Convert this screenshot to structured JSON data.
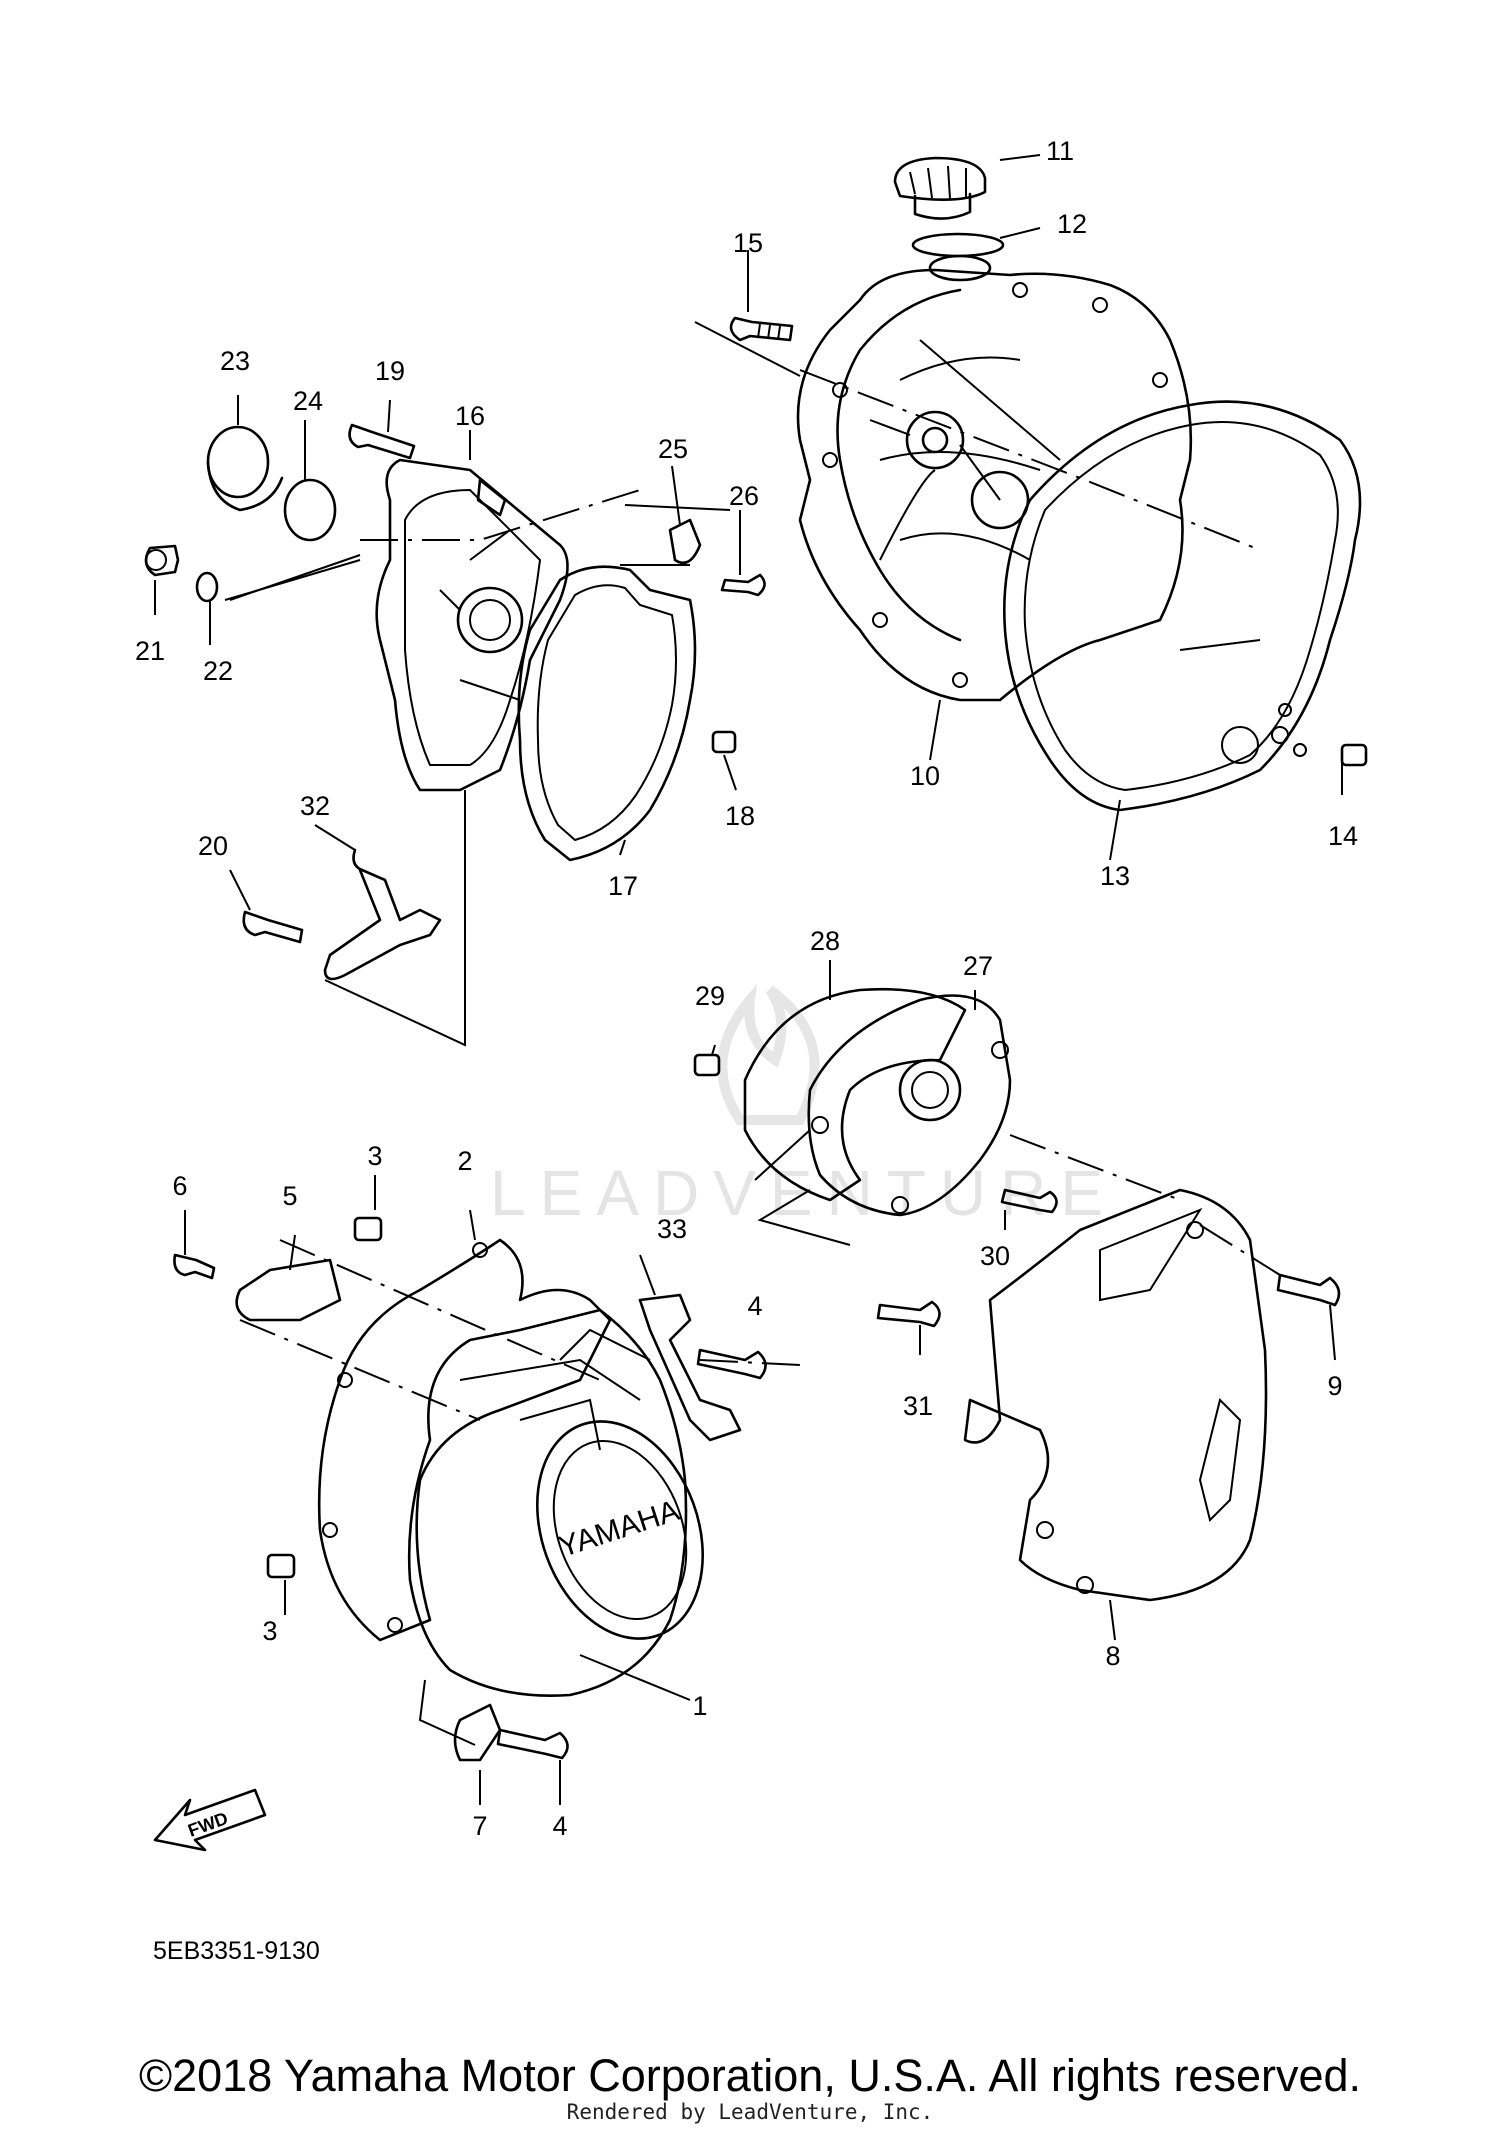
{
  "diagram_code": "5EB3351-9130",
  "copyright": "©2018 Yamaha Motor Corporation, U.S.A. All rights reserved.",
  "rendered_by": "Rendered by LeadVenture, Inc.",
  "watermark": "LEADVENTURE",
  "cover_logo": "YAMAHA",
  "fwd_label": "FWD",
  "callouts": [
    {
      "id": "c1",
      "label": "1"
    },
    {
      "id": "c2",
      "label": "2"
    },
    {
      "id": "c3a",
      "label": "3"
    },
    {
      "id": "c3b",
      "label": "3"
    },
    {
      "id": "c4a",
      "label": "4"
    },
    {
      "id": "c4b",
      "label": "4"
    },
    {
      "id": "c5",
      "label": "5"
    },
    {
      "id": "c6",
      "label": "6"
    },
    {
      "id": "c7",
      "label": "7"
    },
    {
      "id": "c8",
      "label": "8"
    },
    {
      "id": "c9",
      "label": "9"
    },
    {
      "id": "c10",
      "label": "10"
    },
    {
      "id": "c11",
      "label": "11"
    },
    {
      "id": "c12",
      "label": "12"
    },
    {
      "id": "c13",
      "label": "13"
    },
    {
      "id": "c14",
      "label": "14"
    },
    {
      "id": "c15",
      "label": "15"
    },
    {
      "id": "c16",
      "label": "16"
    },
    {
      "id": "c17",
      "label": "17"
    },
    {
      "id": "c18",
      "label": "18"
    },
    {
      "id": "c19",
      "label": "19"
    },
    {
      "id": "c20",
      "label": "20"
    },
    {
      "id": "c21",
      "label": "21"
    },
    {
      "id": "c22",
      "label": "22"
    },
    {
      "id": "c23",
      "label": "23"
    },
    {
      "id": "c24",
      "label": "24"
    },
    {
      "id": "c25",
      "label": "25"
    },
    {
      "id": "c26",
      "label": "26"
    },
    {
      "id": "c27",
      "label": "27"
    },
    {
      "id": "c28",
      "label": "28"
    },
    {
      "id": "c29",
      "label": "29"
    },
    {
      "id": "c30",
      "label": "30"
    },
    {
      "id": "c31",
      "label": "31"
    },
    {
      "id": "c32",
      "label": "32"
    },
    {
      "id": "c33",
      "label": "33"
    }
  ]
}
